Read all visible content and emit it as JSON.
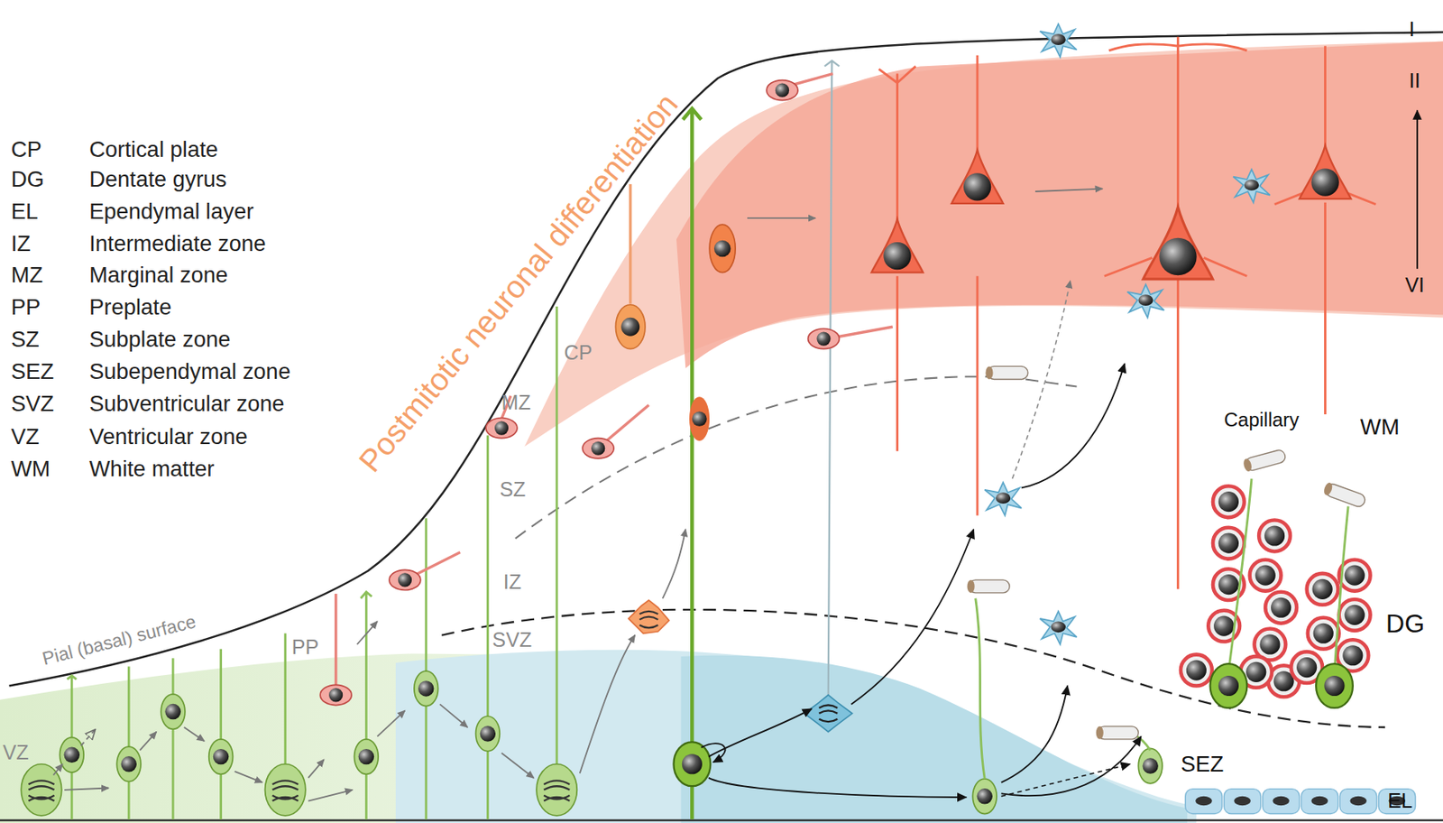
{
  "diagram": {
    "labels": [
      "Postmitotic neuronal differentiation",
      "CP",
      "Cortical plate",
      "DG",
      "Dentate gyrus",
      "EL",
      "Ependymal layer",
      "IZ",
      "Intermediate zone",
      "MZ",
      "Marginal zone",
      "PP",
      "Preplate",
      "SZ",
      "Subplate zone",
      "SEZ",
      "Subependymal zone",
      "SVZ",
      "Subventricular zone",
      "VZ",
      "Ventricular zone",
      "WM",
      "White matter",
      "I",
      "II",
      "VI",
      "CP",
      "MZ",
      "SZ",
      "IZ",
      "SVZ",
      "PP",
      "VZ",
      "Pial (basal) surface",
      "Capillary",
      "WM",
      "DG",
      "SEZ",
      "EL"
    ]
  }
}
